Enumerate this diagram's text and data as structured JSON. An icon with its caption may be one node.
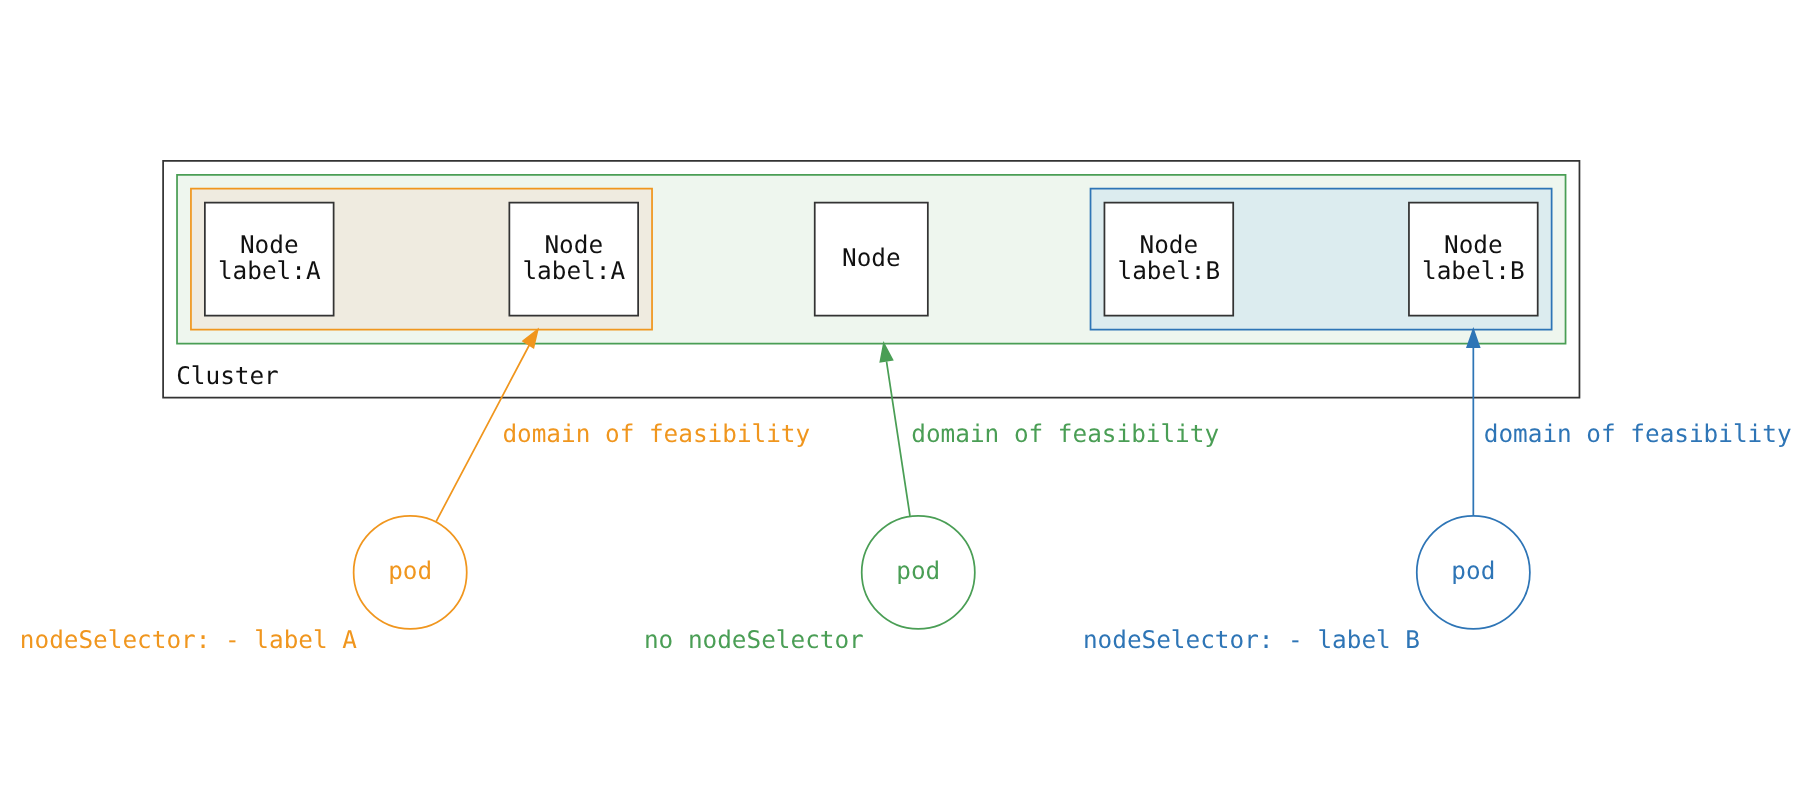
{
  "diagram": {
    "nodes": [
      {
        "text": [
          "Cluster"
        ]
      },
      {
        "text": [],
        "shape": "box",
        "in": 0
      },
      {
        "text": [],
        "shape": "box",
        "in": 1
      },
      {
        "text": [
          "Node",
          "label:A"
        ],
        "in": 2
      },
      {
        "text": [
          "Node",
          "label:A"
        ],
        "in": 2
      },
      {
        "text": [
          "Node"
        ],
        "in": 1
      },
      {
        "text": [],
        "shape": "box",
        "in": 1
      },
      {
        "text": [
          "Node",
          "label:B"
        ],
        "in": 6
      },
      {
        "text": [
          "Node",
          "label:B"
        ],
        "in": 6
      },
      {
        "text": [
          "pod"
        ],
        "beside": [
          "nodeSelector: - label A"
        ]
      },
      {
        "text": [
          "pod"
        ],
        "beside": [
          "no nodeSelector"
        ]
      },
      {
        "text": [
          "pod"
        ],
        "beside": [
          "nodeSelector: - label B"
        ]
      }
    ],
    "edges": [
      {
        "from": 9,
        "to": 2,
        "arrow": "to",
        "label": "domain of feasibility",
        "color": "#f0961e"
      },
      {
        "from": 10,
        "to": 1,
        "arrow": "to",
        "label": "domain of feasibility",
        "color": "#4a9e55"
      },
      {
        "from": 11,
        "to": 6,
        "arrow": "to",
        "label": "domain of feasibility",
        "color": "#2e75b6"
      }
    ]
  }
}
